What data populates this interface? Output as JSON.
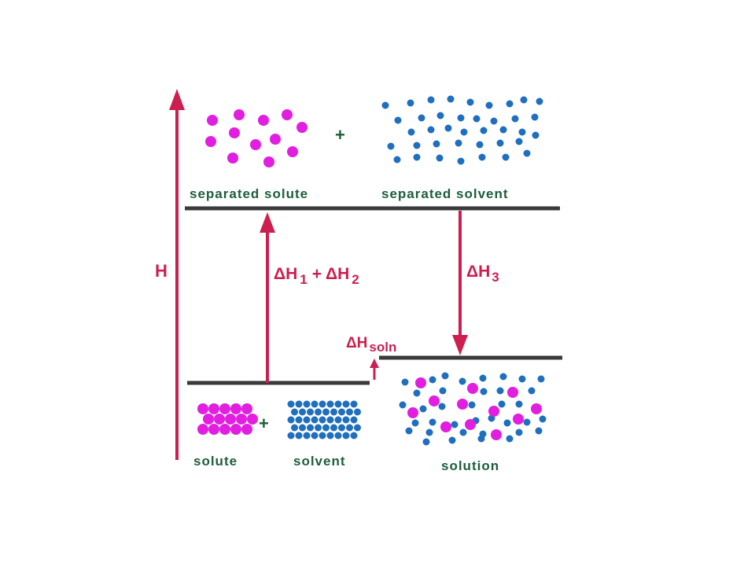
{
  "labels": {
    "enthalpy_axis": "H",
    "separated_solute": "separated solute",
    "separated_solvent": "separated solvent",
    "plus": "+",
    "solute": "solute",
    "solvent": "solvent",
    "solution": "solution",
    "delta": "Δ",
    "h": "H",
    "dh1_sub": "1",
    "dh2_sub": "2",
    "dh3_sub": "3",
    "soln_sub": "soln"
  },
  "colors": {
    "arrow": "#cc1f4f",
    "level_line": "#3a3a3a",
    "solute_particle": "#e21ee0",
    "solvent_particle": "#1f6fbf",
    "label_text": "#1d5e3a"
  }
}
